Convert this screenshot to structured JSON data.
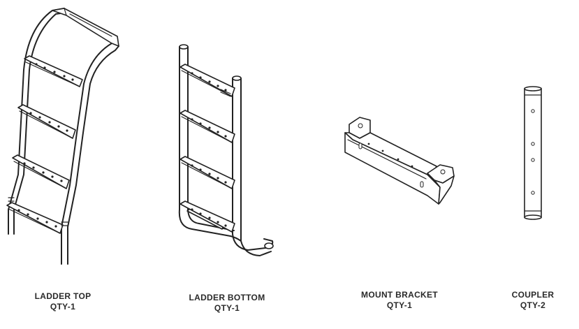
{
  "parts": [
    {
      "name": "LADDER TOP",
      "qty": "QTY-1"
    },
    {
      "name": "LADDER BOTTOM",
      "qty": "QTY-1"
    },
    {
      "name": "MOUNT BRACKET",
      "qty": "QTY-1"
    },
    {
      "name": "COUPLER",
      "qty": "QTY-2"
    }
  ]
}
